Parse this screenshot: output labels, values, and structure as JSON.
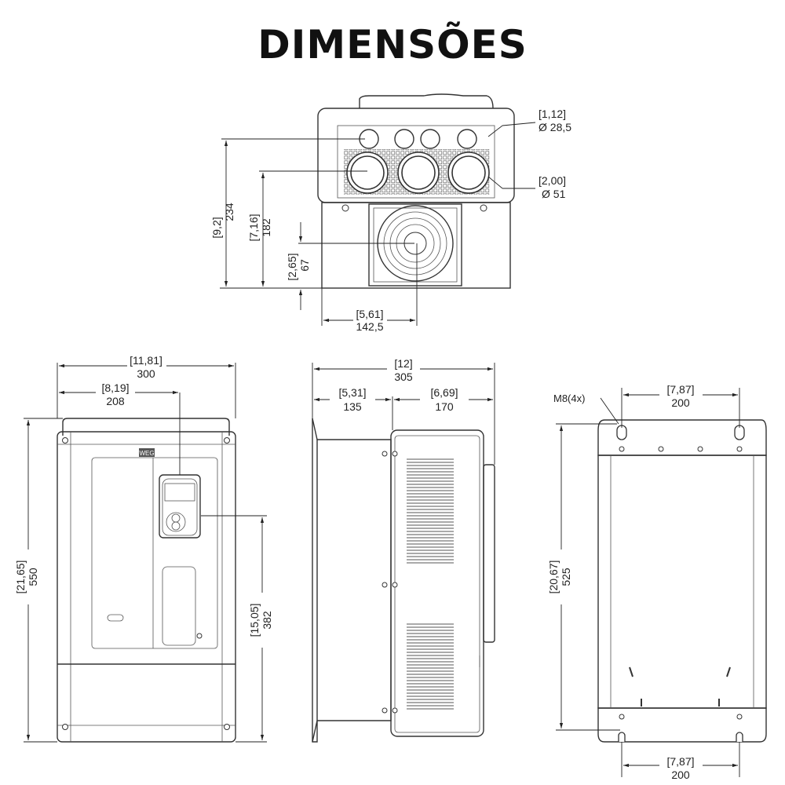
{
  "title": "DIMENSÕES",
  "top_view": {
    "hole_small": {
      "inch": "[1,12]",
      "mm": "Ø 28,5"
    },
    "hole_large": {
      "inch": "[2,00]",
      "mm": "Ø 51"
    },
    "height_total": {
      "inch": "[9,2]",
      "mm": "234"
    },
    "height_large_holes": {
      "inch": "[7,16]",
      "mm": "182"
    },
    "height_fan": {
      "inch": "[2,65]",
      "mm": "67"
    },
    "width_fan": {
      "inch": "[5,61]",
      "mm": "142,5"
    }
  },
  "front_view": {
    "width_total": {
      "inch": "[11,81]",
      "mm": "300"
    },
    "width_keypad": {
      "inch": "[8,19]",
      "mm": "208"
    },
    "height_total": {
      "inch": "[21,65]",
      "mm": "550"
    },
    "height_keypad": {
      "inch": "[15,05]",
      "mm": "382"
    },
    "logo": "WEG"
  },
  "side_view": {
    "depth_total": {
      "inch": "[12]",
      "mm": "305"
    },
    "depth_heatsink": {
      "inch": "[5,31]",
      "mm": "135"
    },
    "depth_body": {
      "inch": "[6,69]",
      "mm": "170"
    }
  },
  "rear_view": {
    "screw_label": "M8(4x)",
    "width_top": {
      "inch": "[7,87]",
      "mm": "200"
    },
    "height_mount": {
      "inch": "[20,67]",
      "mm": "525"
    },
    "width_bottom": {
      "inch": "[7,87]",
      "mm": "200"
    }
  }
}
